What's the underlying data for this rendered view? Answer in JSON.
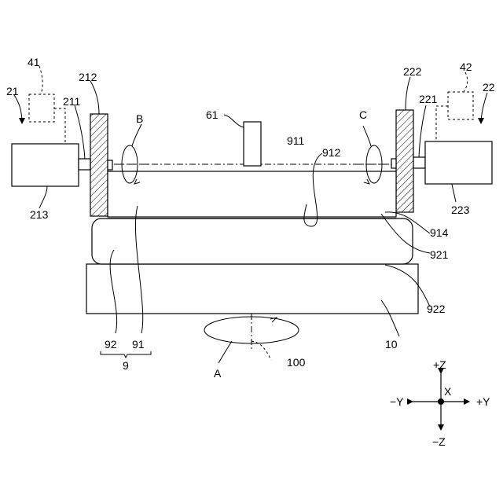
{
  "labels": {
    "l41": "41",
    "l42": "42",
    "l21": "21",
    "l22": "22",
    "l211": "211",
    "l212": "212",
    "l221": "221",
    "l222": "222",
    "l213": "213",
    "l223": "223",
    "l61": "61",
    "l911": "911",
    "l912": "912",
    "l914": "914",
    "l921": "921",
    "l922": "922",
    "l92": "92",
    "l91": "91",
    "l9": "9",
    "l10": "10",
    "l100": "100",
    "lA": "A",
    "lB": "B",
    "lC": "C"
  },
  "axes": {
    "plus_z": "+Z",
    "minus_z": "−Z",
    "plus_y": "+Y",
    "minus_y": "−Y",
    "x": "X"
  }
}
